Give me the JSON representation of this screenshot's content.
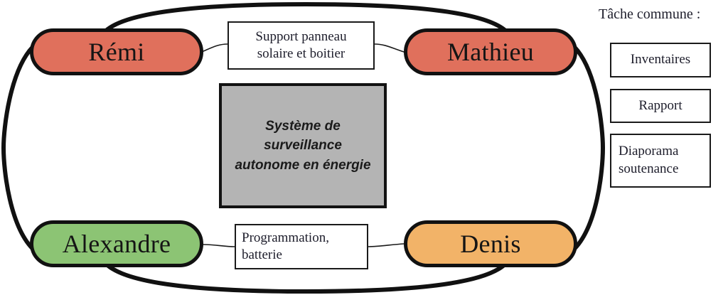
{
  "diagram": {
    "type": "team-responsibility-ring",
    "people": [
      {
        "name": "Rémi",
        "color": "#e0705c",
        "position": "top-left"
      },
      {
        "name": "Mathieu",
        "color": "#e0705c",
        "position": "top-right"
      },
      {
        "name": "Alexandre",
        "color": "#8cc474",
        "position": "bottom-left"
      },
      {
        "name": "Denis",
        "color": "#f2b368",
        "position": "bottom-right"
      }
    ],
    "edge_labels": [
      {
        "id": "top",
        "lines": [
          "Support panneau",
          "solaire et boitier"
        ],
        "between": [
          "Rémi",
          "Mathieu"
        ]
      },
      {
        "id": "bottom",
        "lines": [
          "Programmation,",
          "batterie"
        ],
        "between": [
          "Alexandre",
          "Denis"
        ]
      }
    ],
    "center": {
      "text": "Système de\nsurveillance\nautonome en énergie",
      "fill": "#b4b4b4",
      "border": "#121212"
    },
    "common_tasks": {
      "title": "Tâche commune :",
      "items": [
        {
          "lines": [
            "Inventaires"
          ]
        },
        {
          "lines": [
            "Rapport"
          ]
        },
        {
          "lines": [
            "Diaporama",
            "soutenance"
          ]
        }
      ]
    },
    "colors": {
      "stroke": "#111111",
      "background": "#ffffff",
      "text": "#1d1d2b",
      "salmon": "#e0705c",
      "green": "#8cc474",
      "orange": "#f2b368",
      "grey": "#b4b4b4"
    }
  }
}
